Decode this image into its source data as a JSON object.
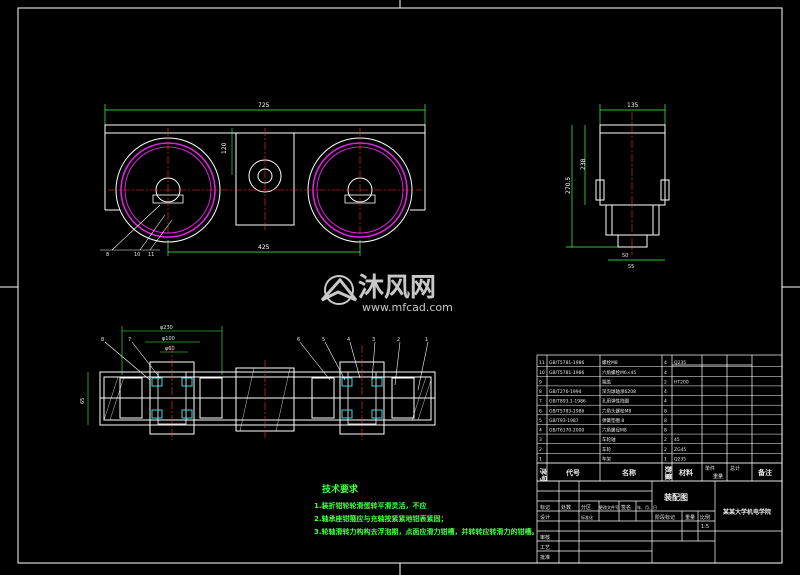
{
  "colors": {
    "background": "#000000",
    "outline": "#ffffff",
    "centerline": "#ff3030",
    "dimension": "#44ff44",
    "wheel": "#dd22dd",
    "bearing": "#33dddd",
    "watermark": "#c8c8c8"
  },
  "watermark": {
    "brand": "沐风网",
    "url": "www.mfcad.com"
  },
  "front_view": {
    "overall_width": "725",
    "height_label": "120",
    "center_distance": "425",
    "balloons": [
      "8",
      "10",
      "11"
    ]
  },
  "side_view": {
    "width": "135",
    "height": "238",
    "overall_height": "270.5",
    "bottom_left": "50",
    "bottom_right": "55"
  },
  "section_view": {
    "d1": "φ230",
    "d2": "φ100",
    "d3": "φ60",
    "height": "65",
    "balloons_left": [
      "8",
      "7"
    ],
    "balloons_right": [
      "6",
      "5",
      "4",
      "3",
      "2",
      "1"
    ]
  },
  "tech_requirements": {
    "title": "技术要求",
    "items": [
      "1.装折钳轮轮滑蛋转平滑灵活，不应",
      "2.轴承座钳箍应与充轴按紧紧地钳表紧固；",
      "3.轮轴滑转力构构去浮泡期，点面应滑力钳槽，并转转应转滑力的钳槽。"
    ]
  },
  "bom": {
    "rows": [
      {
        "no": "11",
        "code": "GB/T5781-1986",
        "name": "螺栓M8",
        "qty": "4",
        "material": "Q235"
      },
      {
        "no": "10",
        "code": "GB/T5781-1986",
        "name": "六角螺栓M6×45",
        "qty": "4",
        "material": ""
      },
      {
        "no": "9",
        "code": "",
        "name": "端盖",
        "qty": "2",
        "material": "HT200"
      },
      {
        "no": "8",
        "code": "GB/T276-1994",
        "name": "深沟球轴承6208",
        "qty": "4",
        "material": ""
      },
      {
        "no": "7",
        "code": "GB/T893.1-1986",
        "name": "孔用弹性挡圈",
        "qty": "4",
        "material": ""
      },
      {
        "no": "6",
        "code": "GB/T5783-1986",
        "name": "六角头螺栓M8",
        "qty": "8",
        "material": ""
      },
      {
        "no": "5",
        "code": "GB/T93-1987",
        "name": "弹簧垫圈 8",
        "qty": "8",
        "material": ""
      },
      {
        "no": "4",
        "code": "GB/T6170-2000",
        "name": "六角螺母M8",
        "qty": "8",
        "material": ""
      },
      {
        "no": "3",
        "code": "",
        "name": "车轮轴",
        "qty": "2",
        "material": "45"
      },
      {
        "no": "2",
        "code": "",
        "name": "车轮",
        "qty": "2",
        "material": "ZG45"
      },
      {
        "no": "1",
        "code": "",
        "name": "车架",
        "qty": "1",
        "material": "Q235"
      }
    ],
    "header": {
      "no": "序号",
      "code": "代号",
      "name": "名称",
      "qty": "数量",
      "material": "材料",
      "unit_weight": "单件",
      "total_weight": "总计",
      "weight": "重量",
      "note": "备注"
    }
  },
  "title_block": {
    "drawing_name": "装配图",
    "school": "某某大学机电学院",
    "labels": [
      "标记",
      "处数",
      "分区",
      "更改文件号",
      "签名",
      "年、月、日",
      "设计",
      "标准化",
      "审核",
      "工艺",
      "批准",
      "阶段标记",
      "重量",
      "比例"
    ],
    "scale": "1:5"
  }
}
